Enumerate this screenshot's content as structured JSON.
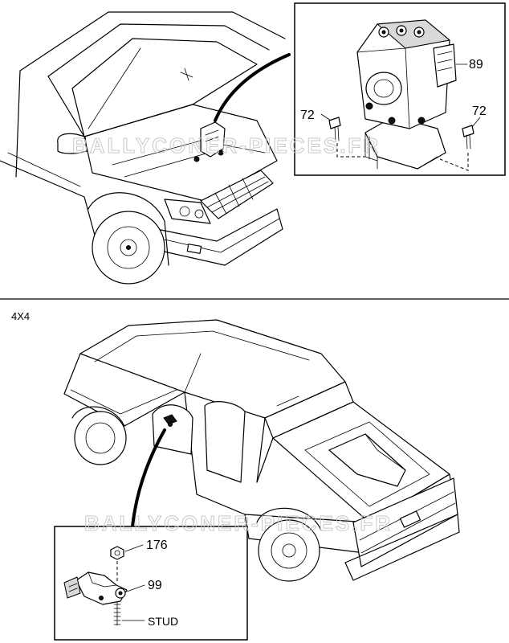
{
  "diagram": {
    "top_section": {
      "callouts": [
        {
          "id": "89",
          "label": "89"
        },
        {
          "id": "72-left",
          "label": "72"
        },
        {
          "id": "72-right",
          "label": "72"
        }
      ]
    },
    "bottom_section": {
      "section_label": "4X4",
      "callouts": [
        {
          "id": "176",
          "label": "176"
        },
        {
          "id": "99",
          "label": "99"
        },
        {
          "id": "stud",
          "label": "STUD"
        }
      ]
    },
    "watermarks": [
      {
        "id": "top",
        "text": "BALLYCONER-PIECES.FR"
      },
      {
        "id": "bottom",
        "text": "BALLYCONER-PIECES.FR"
      }
    ]
  }
}
